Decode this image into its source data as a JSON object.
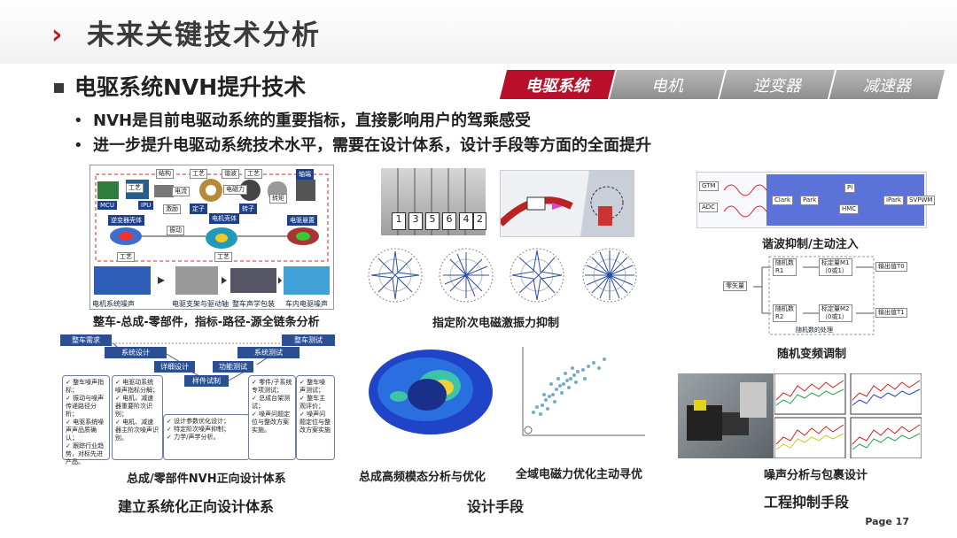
{
  "header": {
    "chevron": "›",
    "title": "未来关键技术分析"
  },
  "section": {
    "title": "电驱系统NVH提升技术"
  },
  "tabs": [
    {
      "label": "电驱系统",
      "active": true
    },
    {
      "label": "电机",
      "active": false
    },
    {
      "label": "逆变器",
      "active": false
    },
    {
      "label": "减速器",
      "active": false
    }
  ],
  "bullets": [
    {
      "mark": "•",
      "text": "NVH是目前电驱动系统的重要指标，直接影响用户的驾乘感受"
    },
    {
      "mark": "•",
      "text": "进一步提升电驱动系统技术水平，需要在设计体系，设计手段等方面的全面提升"
    }
  ],
  "diagram1": {
    "labels": [
      "MCU",
      "IPU",
      "定子",
      "电机壳体",
      "转子",
      "轴端",
      "逆变器壳体",
      "振动",
      "电驱悬置",
      "电机系统噪声",
      "电驱支架与驱动轴",
      "整车声学包装",
      "车内电驱噪声"
    ],
    "small": [
      "工艺",
      "结构",
      "工艺",
      "谐波",
      "电磁力",
      "工艺",
      "转矩",
      "激励",
      "工艺",
      "电流",
      "工艺"
    ],
    "caption": "整车-总成-零部件，指标-路径-源全链条分析"
  },
  "diagram2": {
    "top": [
      "整车需求",
      "整车测试"
    ],
    "mid": [
      "系统设计",
      "系统测试"
    ],
    "low": [
      "详细设计",
      "功能测试"
    ],
    "bottom": "样件试制",
    "notes": [
      "✓ 整车噪声指标；\n✓ 振动与噪声传递路径分析；\n✓ 电驱系统噪声声品质确认；\n✓ 跟踪行业趋势，对标先进产品。",
      "✓ 电驱动系统噪声指标分解；\n✓ 电机、减速器重要阶次识别；\n✓ 电机、减速器主阶次噪声识别。",
      "✓ 设计参数优化设计；\n✓ 特定阶次噪声抑制；\n✓ 力学/声学分析。",
      "✓ 零件/子系统专项测试；\n✓ 总成台架测试；\n✓ 噪声问题定位与整改方案实施。",
      "✓ 整车噪声测试；\n✓ 整车主观评价；\n✓ 噪声问题定位与整改方案实施"
    ],
    "caption": "总成/零部件NVH正向设计体系"
  },
  "captions": {
    "c_order": "指定阶次电磁激振力抑制",
    "c_modal": "总成高频模态分析与优化",
    "c_em": "全域电磁力优化主动寻优",
    "c_harmonic": "谐波抑制/主动注入",
    "c_random": "随机变频调制",
    "c_noise": "噪声分析与包裹设计",
    "g_system": "建立系统化正向设计体系",
    "g_design": "设计手段",
    "g_eng": "工程抑制手段"
  },
  "slots": [
    "1",
    "3",
    "5",
    "6",
    "4",
    "2"
  ],
  "harmonic": {
    "left": [
      "GTM",
      "ADC"
    ],
    "blocks": [
      "Clark",
      "Park",
      "PI",
      "HMC",
      "iPark",
      "SVPWM"
    ]
  },
  "random": {
    "start": "零矢量",
    "r1": "随机数\nR1",
    "r2": "随机数\nR2",
    "m1": "标定量M1\n（0或1）",
    "m2": "标定量M2\n（0或1）",
    "o1": "输出值T0",
    "o2": "输出值T1",
    "note": "随机数的处理"
  },
  "footer": {
    "page": "Page 17"
  }
}
